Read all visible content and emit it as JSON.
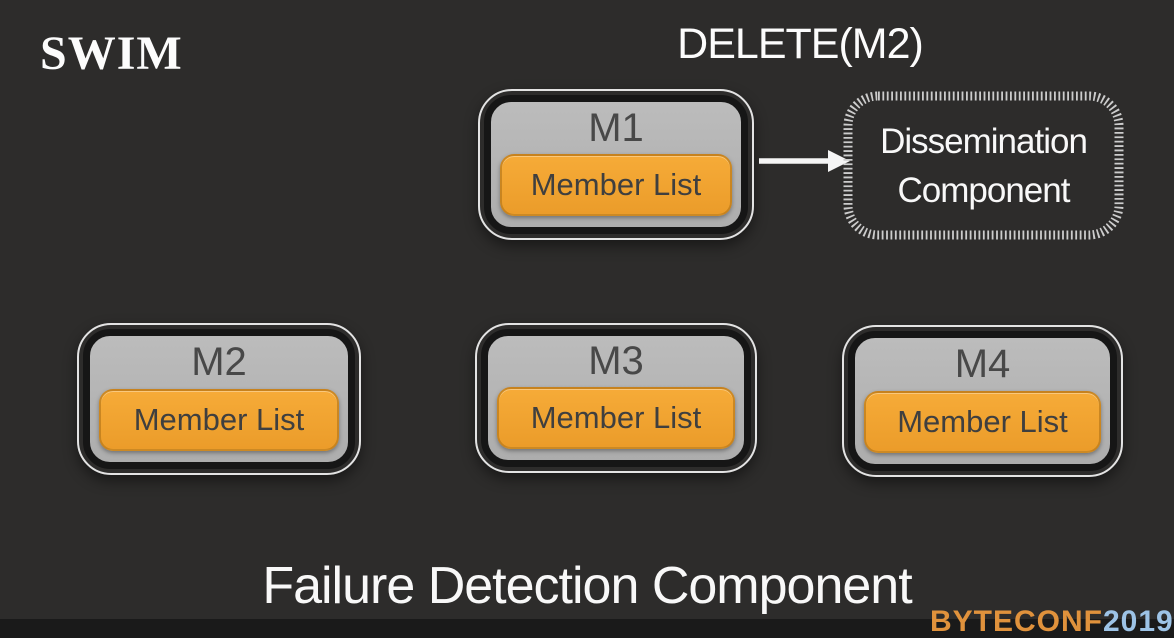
{
  "slide": {
    "title": "SWIM",
    "annotation": "DELETE(M2)",
    "caption": "Failure Detection Component",
    "watermark": {
      "primary": "BYTECONF",
      "secondary": "2019"
    }
  },
  "nodes": [
    {
      "label": "M1",
      "sublabel": "Member List"
    },
    {
      "label": "M2",
      "sublabel": "Member List"
    },
    {
      "label": "M3",
      "sublabel": "Member List"
    },
    {
      "label": "M4",
      "sublabel": "Member List"
    }
  ],
  "dissemination": {
    "label": "Dissemination Component"
  },
  "colors": {
    "background": "#2d2c2b",
    "node_fill": "#b4b4b4",
    "node_border": "#161616",
    "node_outline": "#e3e3e3",
    "member_fill": "#f1a334",
    "member_border": "#c8871f",
    "text_dark": "#3f3f3f",
    "text_light": "#f8f8f8",
    "hatch": "#cccccc",
    "watermark_primary": "#e0923c",
    "watermark_secondary": "#9dc3e6"
  }
}
